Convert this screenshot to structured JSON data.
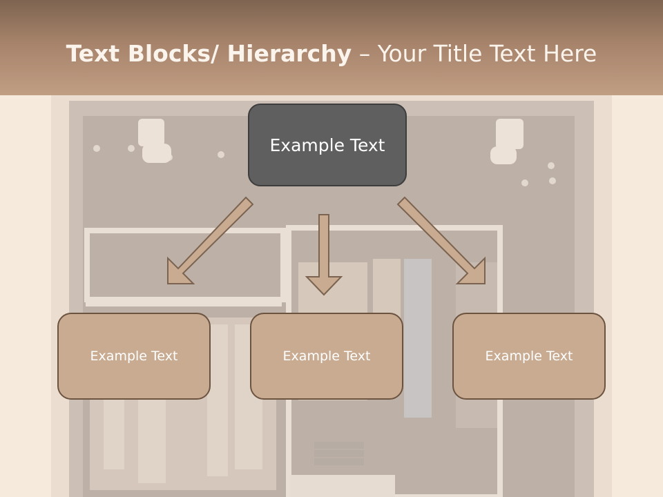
{
  "slide": {
    "title_bold": "Text Blocks/ Hierarchy",
    "title_rest": " – Your Title Text Here"
  },
  "hierarchy": {
    "root": "Example Text",
    "children": [
      "Example Text",
      "Example Text",
      "Example Text"
    ]
  },
  "colors": {
    "header": "#a6836a",
    "root_box": "#5f5f5f",
    "child_box": "#c8ab91",
    "arrow_fill": "#c8ab91",
    "arrow_stroke": "#7a6350"
  },
  "background": {
    "photo": "clothing-store-window"
  }
}
